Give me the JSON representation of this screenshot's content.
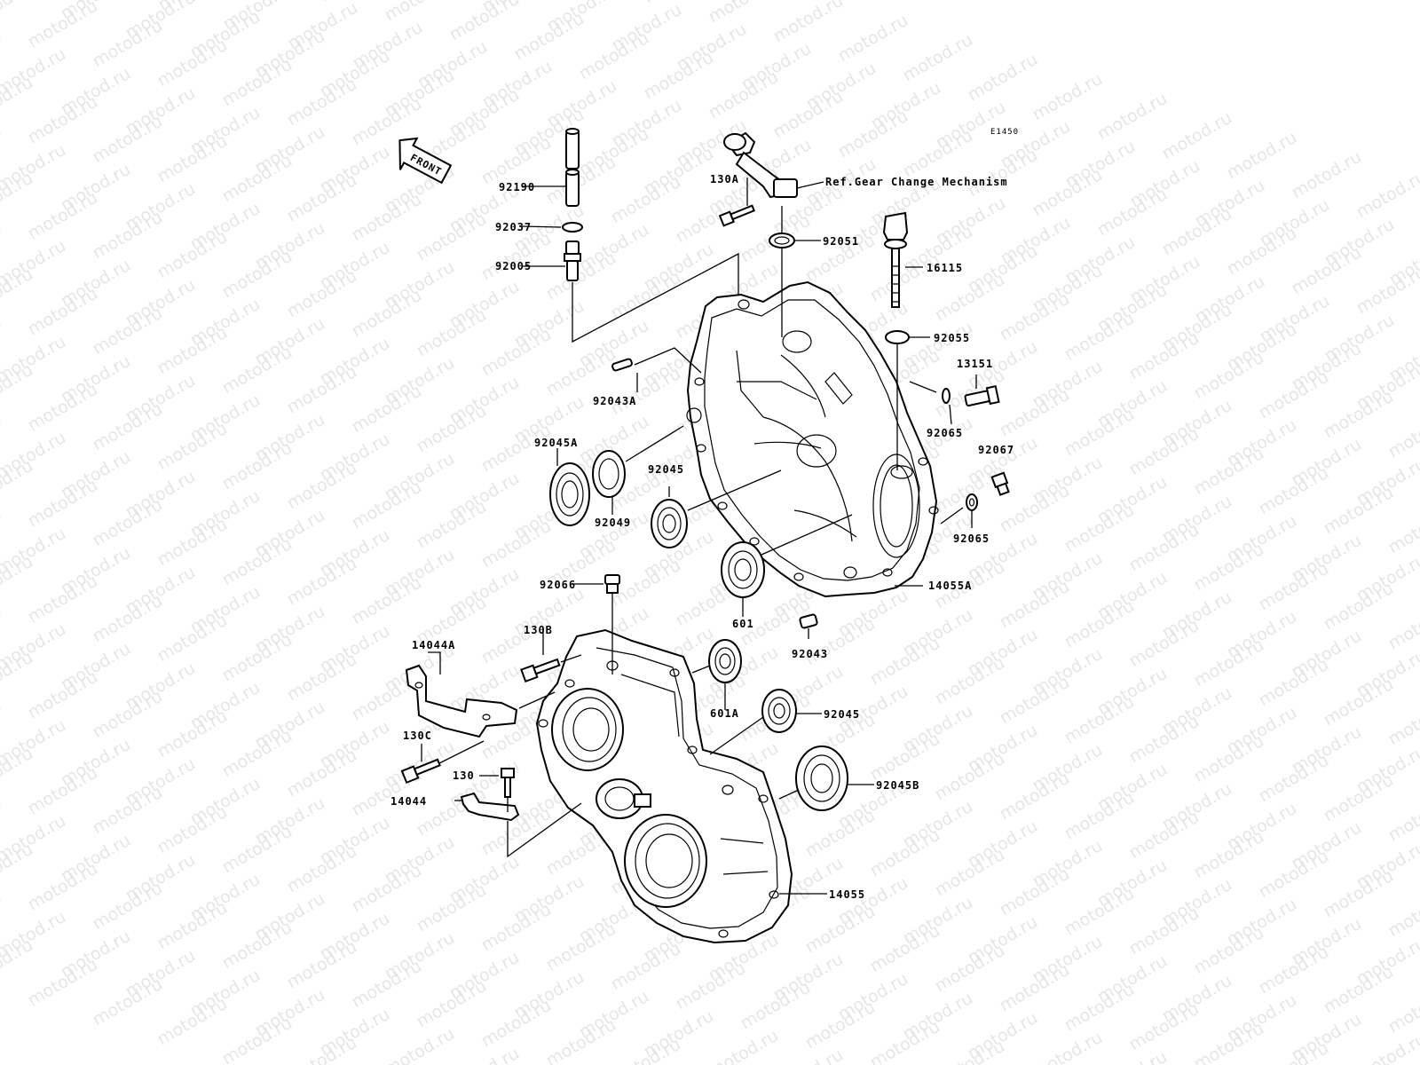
{
  "watermark": "motod.ru",
  "diagram_code": "E1450",
  "front_label": "FRONT",
  "reference_note": "Ref.Gear Change Mechanism",
  "part_labels": {
    "p92190": "92190",
    "p92037": "92037",
    "p92005": "92005",
    "p130A": "130A",
    "p92051": "92051",
    "p16115": "16115",
    "p92055": "92055",
    "p13151": "13151",
    "p92043A": "92043A",
    "p92065a": "92065",
    "p92067": "92067",
    "p92045A": "92045A",
    "p92045a": "92045",
    "p92049": "92049",
    "p92065b": "92065",
    "p92066": "92066",
    "p14055A": "14055A",
    "p601": "601",
    "p130B": "130B",
    "p14044A": "14044A",
    "p92043": "92043",
    "p601A": "601A",
    "p92045b": "92045",
    "p130C": "130C",
    "p130": "130",
    "p92045B": "92045B",
    "p14044": "14044",
    "p14055": "14055"
  }
}
